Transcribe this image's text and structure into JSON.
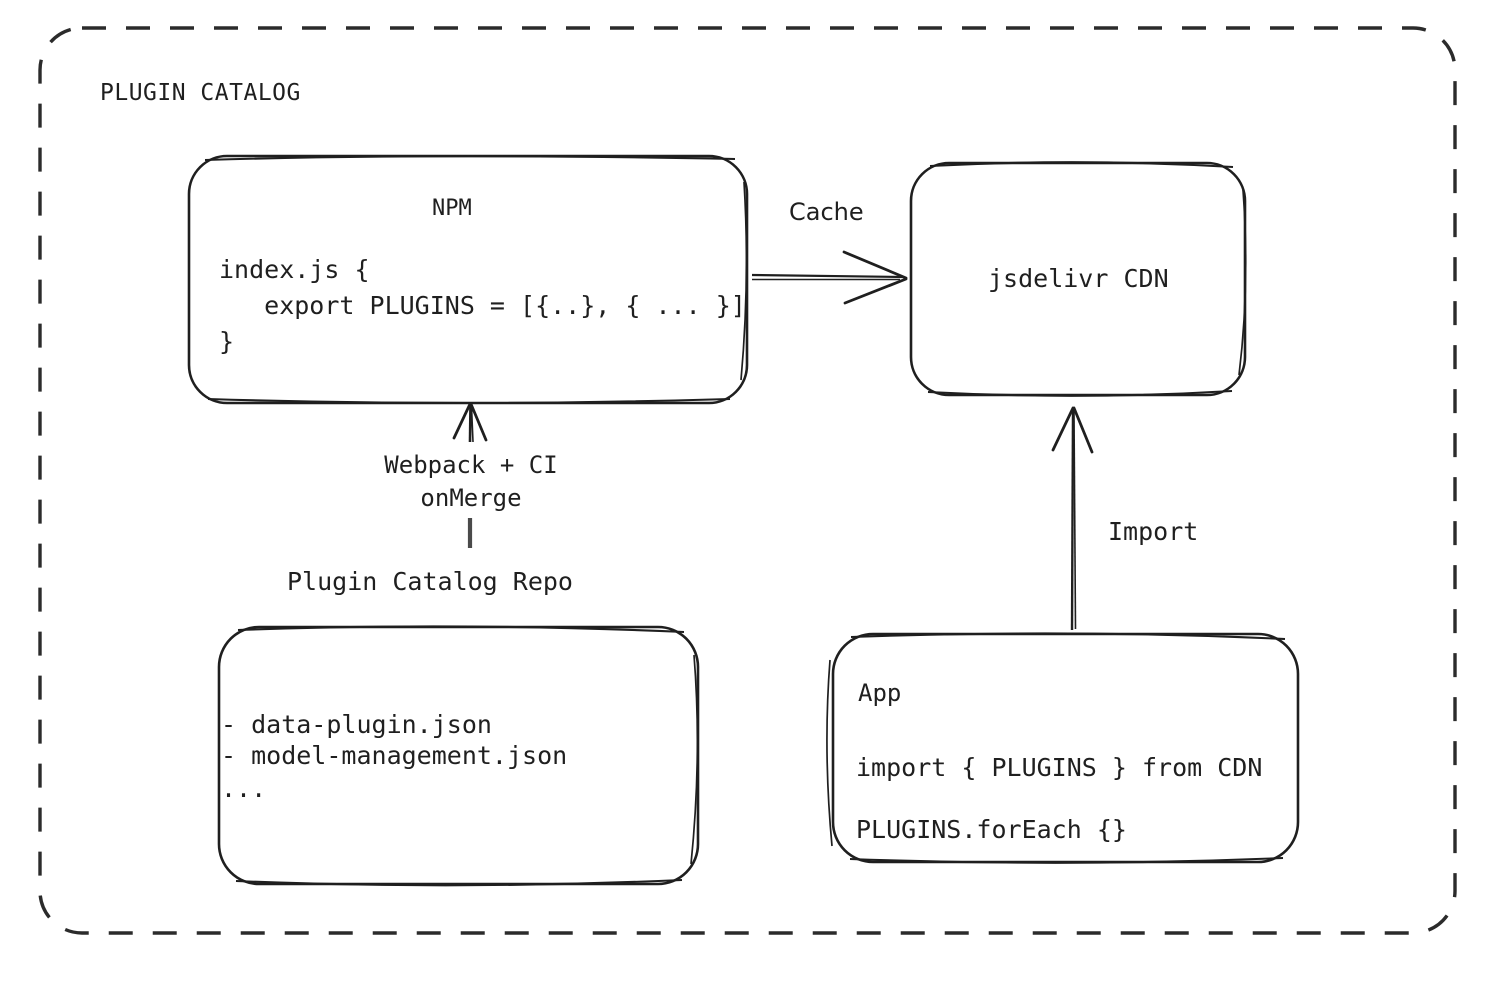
{
  "diagram": {
    "title": "PLUGIN CATALOG",
    "background": "#ffffff",
    "stroke": "#1f1f1f",
    "frame_style": "dashed-rounded"
  },
  "nodes": {
    "npm": {
      "title": "NPM",
      "code_line_1": "index.js {",
      "code_line_2": "   export PLUGINS = [{..}, { ... }]",
      "code_line_3": "}"
    },
    "cdn": {
      "title": "jsdelivr CDN"
    },
    "repo": {
      "caption": "Plugin Catalog Repo",
      "item_1": "- data-plugin.json",
      "item_2": "- model-management.json",
      "item_3": "..."
    },
    "app": {
      "title": "App",
      "code_line_1": "import { PLUGINS } from CDN",
      "code_line_2": "PLUGINS.forEach {}"
    }
  },
  "edges": {
    "cache": {
      "label": "Cache",
      "from": "npm",
      "to": "cdn"
    },
    "build": {
      "label_line_1": "Webpack + CI",
      "label_line_2": "onMerge",
      "from": "repo",
      "to": "npm"
    },
    "import": {
      "label": "Import",
      "from": "app",
      "to": "cdn"
    }
  }
}
